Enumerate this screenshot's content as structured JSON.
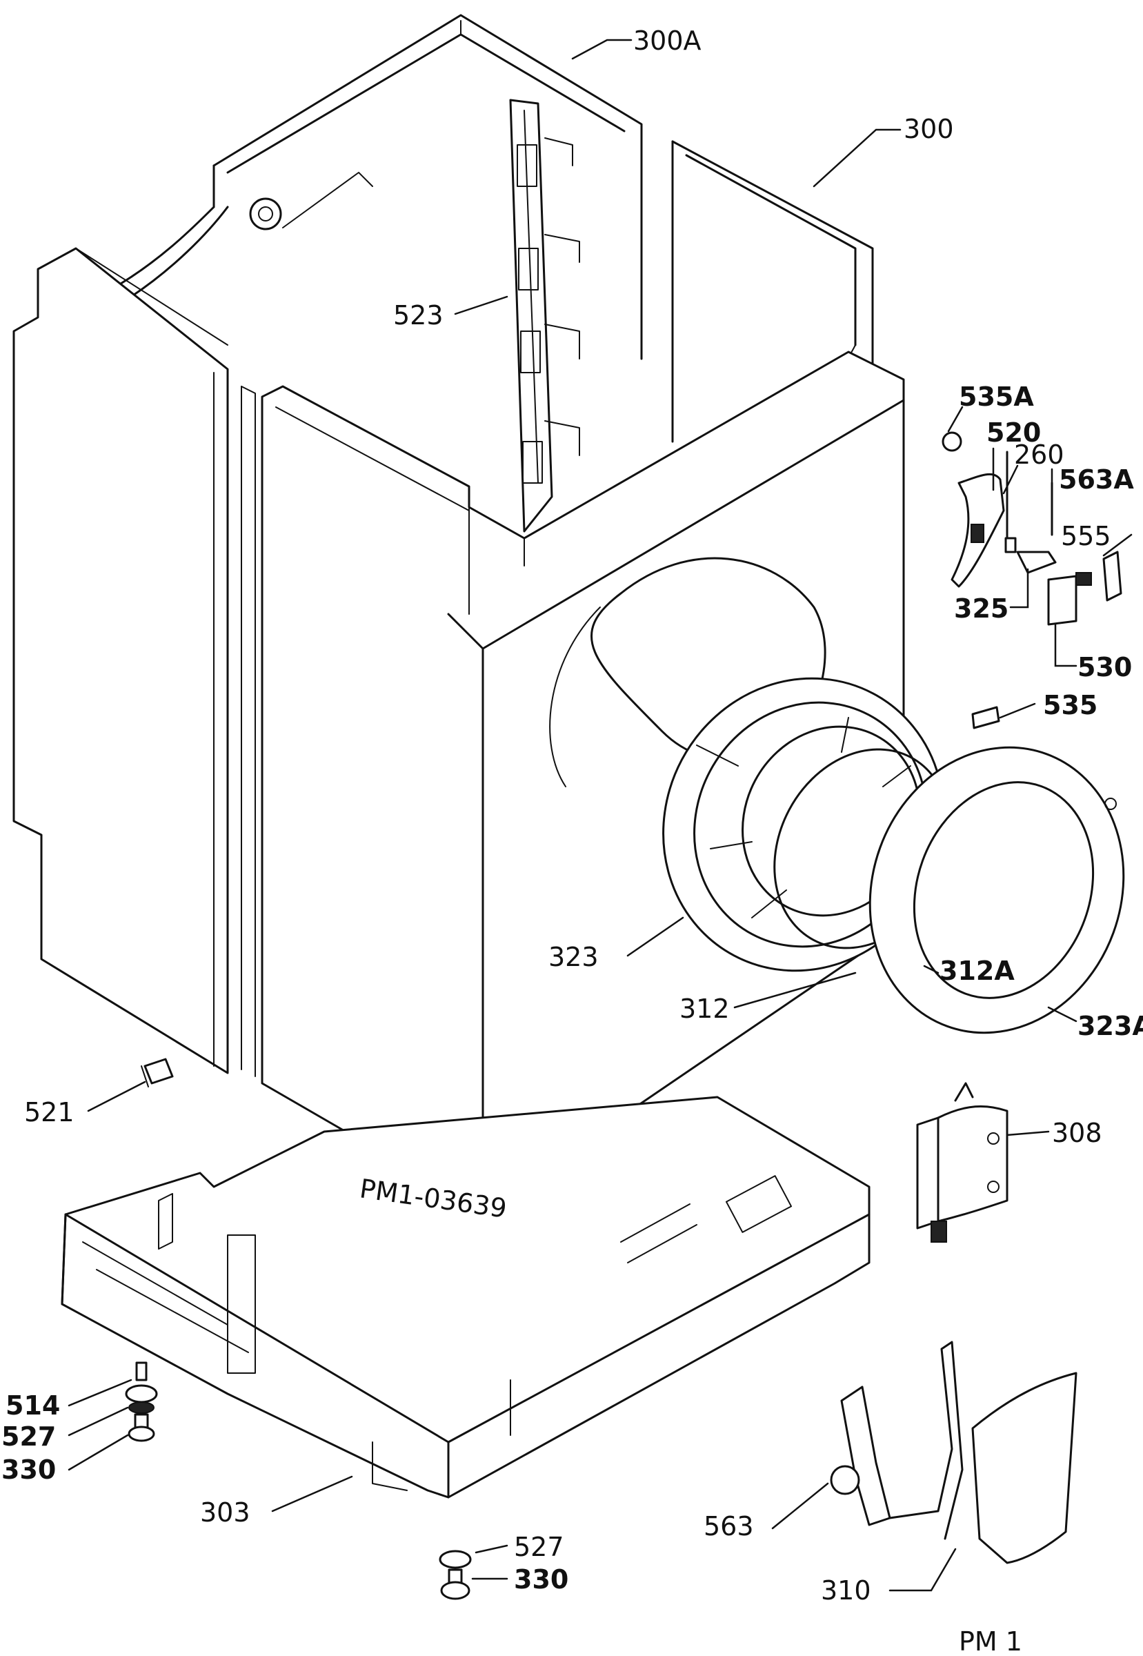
{
  "callouts": {
    "c300A": "300A",
    "c300": "300",
    "c523": "523",
    "c535A": "535A",
    "c520": "520",
    "c260": "260",
    "c563A": "563A",
    "c555": "555",
    "c325": "325",
    "c530": "530",
    "c535": "535",
    "c323": "323",
    "c312A": "312A",
    "c312": "312",
    "c323A": "323A",
    "c521": "521",
    "c308": "308",
    "c514": "514",
    "c527a": "527",
    "c330a": "330",
    "c303": "303",
    "c527b": "527",
    "c330b": "330",
    "c563": "563",
    "c310": "310"
  },
  "drawing_code": "PM1-03639",
  "sheet_label": "PM 1"
}
